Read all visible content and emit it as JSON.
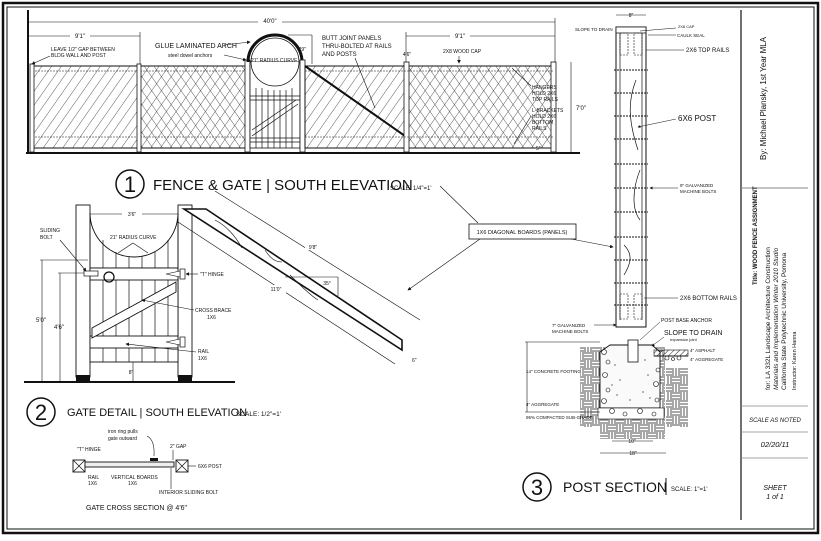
{
  "sheet": {
    "views": {
      "fence_elevation": {
        "number": "1",
        "title": "FENCE & GATE | SOUTH ELEVATION",
        "scale": "SCALE: 1/4\"=1'",
        "dims": {
          "overall": "40'0\"",
          "left_panel": "9'1\"",
          "right_panel": "9'1\"",
          "arch_rise": "29\"",
          "post_gap": "4'6\"",
          "height": "7'0\"",
          "bottom_gap": "5\""
        },
        "notes": {
          "bldg_gap": [
            "LEAVE 1/2\" GAP BETWEEN",
            "BLDG WALL AND POST"
          ],
          "arch": "GLUE LAMINATED ARCH",
          "arch_sub": "steel dowel anchors",
          "arch_radius": "21\" RADIUS CURVE",
          "butt_joint": [
            "BUTT JOINT PANELS",
            "THRU-BOLTED AT RAILS",
            "AND POSTS"
          ],
          "wood_cap": "2X8 WOOD CAP",
          "hangers": [
            "HANGERS",
            "HOLD 2X6",
            "TOP RAILS"
          ],
          "lbrackets": [
            "L-BRACKETS",
            "HOLD 2X6",
            "BOTTOM",
            "RAILS"
          ]
        }
      },
      "gate_detail": {
        "number": "2",
        "title": "GATE DETAIL | SOUTH ELEVATION",
        "scale": "SCALE: 1/2\"=1'",
        "dims": {
          "width": "3'6\"",
          "h_total": "5'0\"",
          "h_rail": "4'6\"",
          "bottom": "8\""
        },
        "notes": {
          "sliding_bolt": [
            "SLIDING",
            "BOLT"
          ],
          "radius": "21\" RADIUS CURVE",
          "hinge": "\"T\" HINGE",
          "cross_brace": [
            "CROSS BRACE",
            "1X6"
          ],
          "rail": [
            "RAIL",
            "1X6"
          ]
        },
        "board": {
          "long": "11'0\"",
          "short": "9'8\"",
          "angle": "35°",
          "width": "6\""
        },
        "cross_section": {
          "title": "GATE CROSS SECTION @ 4'6\"",
          "ring": [
            "iron ring pulls",
            "gate outward"
          ],
          "hinge": "\"T\" HINGE",
          "gap": "2\" GAP",
          "post": "6X6 POST",
          "rail": [
            "RAIL",
            "1X6"
          ],
          "vertical": [
            "VERTICAL BOARDS",
            "1X6"
          ],
          "bolt": "INTERIOR SLIDING BOLT"
        }
      },
      "post_section": {
        "number": "3",
        "title": "POST SECTION",
        "scale": "SCALE: 1\"=1'",
        "dims": {
          "top": "8\"",
          "inner": "10\"",
          "outer": "18\""
        },
        "notes": {
          "slope_top": "SLOPE TO DRAIN",
          "cap": "2X8 CAP",
          "caulk": "CAULK SEAL",
          "top_rails": "2X6 TOP RAILS",
          "post": "6X6 POST",
          "bolts9": [
            "9\" GALVANIZED",
            "MACHINE BOLTS"
          ],
          "bottom_rails": "2X6 BOTTOM RAILS",
          "base_anchor": "POST BASE ANCHOR",
          "bolts7": [
            "7\" GALVANIZED",
            "MACHINE BOLTS"
          ],
          "slope_drain": "SLOPE TO DRAIN",
          "expansion": "expansion joint",
          "asphalt": "4\" ASPHALT",
          "aggregate_r": "4\" AGGREGATE",
          "footing": "14\" CONCRETE FOOTING",
          "aggregate_l": "4\" AGGREGATE",
          "subgrade": "95% COMPACTED SUB-GRADE"
        }
      }
    },
    "callout_box": "1X6 DIAGONAL BOARDS (PANELS)"
  },
  "title_block": {
    "author": "By: Michael Plansky, 1st Year MLA",
    "title": "Title: WOOD FENCE ASSIGNMENT",
    "course": "for: LA 332L Landscape Architecture Construction",
    "course_sub": "Materials and Implementation Winter 2010 Studio",
    "school": "California State Polytechnic University, Pomona",
    "instructor": "Instructor: Karen Hanna",
    "scale": "SCALE AS NOTED",
    "date": "02/20/11",
    "sheet_label": "SHEET",
    "sheet_count": "1 of 1"
  }
}
